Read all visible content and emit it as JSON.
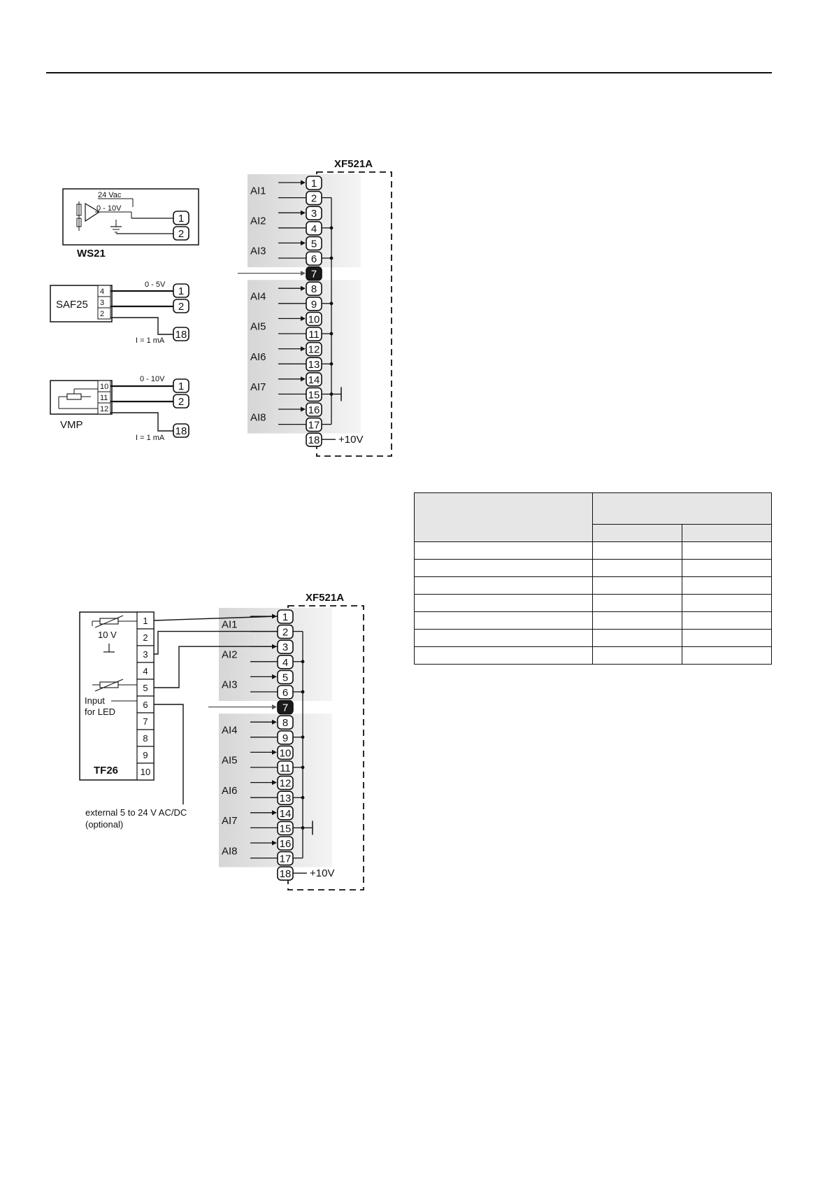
{
  "module": {
    "name": "XF521A",
    "plus10v": "+10V"
  },
  "ai_labels": [
    "AI1",
    "AI2",
    "AI3",
    "AI4",
    "AI5",
    "AI6",
    "AI7",
    "AI8"
  ],
  "terminals": [
    "1",
    "2",
    "3",
    "4",
    "5",
    "6",
    "7",
    "8",
    "9",
    "10",
    "11",
    "12",
    "13",
    "14",
    "15",
    "16",
    "17",
    "18"
  ],
  "ws21": {
    "name": "WS21",
    "supply": "24 Vac",
    "signal": "0 - 10V",
    "terminals": [
      "1",
      "2"
    ]
  },
  "saf25": {
    "name": "SAF25",
    "pins": [
      "4",
      "3",
      "2"
    ],
    "signal": "0 - 5V",
    "current": "I = 1 mA",
    "terminals": [
      "1",
      "2",
      "18"
    ]
  },
  "vmp": {
    "name": "VMP",
    "pins": [
      "10",
      "11",
      "12"
    ],
    "signal": "0 - 10V",
    "current": "I = 1 mA",
    "terminals": [
      "1",
      "2",
      "18"
    ]
  },
  "tf26": {
    "name": "TF26",
    "pins": [
      "1",
      "2",
      "3",
      "4",
      "5",
      "6",
      "7",
      "8",
      "9",
      "10"
    ],
    "v10": "10 V",
    "led_line1": "Input",
    "led_line2": "for LED",
    "ext_line1": "external 5 to 24 V AC/DC",
    "ext_line2": "(optional)"
  },
  "table": {
    "rows": 7
  }
}
